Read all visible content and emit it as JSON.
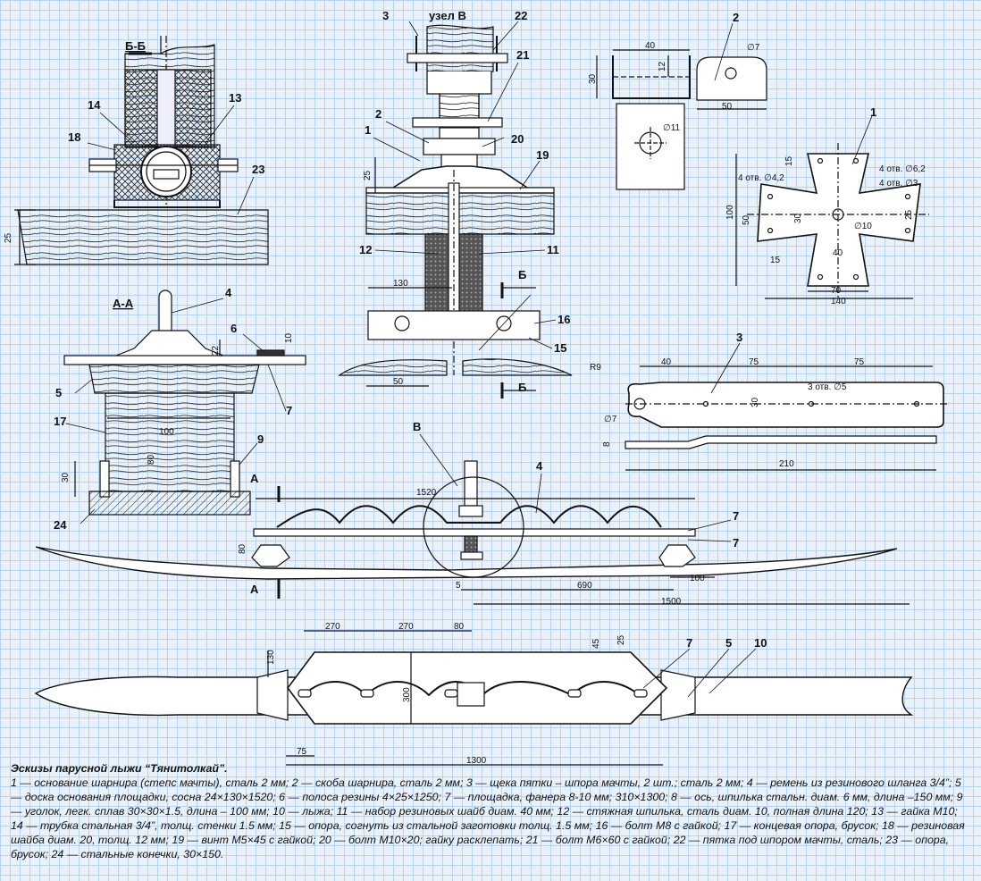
{
  "sections": {
    "bb": "Б-Б",
    "aa": "А-А",
    "node_v": "узел В",
    "v_mark": "В",
    "cut_a": "А",
    "cut_b": "Б"
  },
  "parts": {
    "p1": "1",
    "p2": "2",
    "p3": "3",
    "p4": "4",
    "p5": "5",
    "p6": "6",
    "p7": "7",
    "p9": "9",
    "p10": "10",
    "p11": "11",
    "p12": "12",
    "p13": "13",
    "p14": "14",
    "p15": "15",
    "p16": "16",
    "p17": "17",
    "p18": "18",
    "p19": "19",
    "p20": "20",
    "p21": "21",
    "p22": "22",
    "p23": "23",
    "p24": "24"
  },
  "dimensions": {
    "d25": "25",
    "d10": "10",
    "d22": "22",
    "d100": "100",
    "d80": "80",
    "d30": "30",
    "d130": "130",
    "d50": "50",
    "d40": "40",
    "d12": "12",
    "d7": "∅7",
    "d11": "∅11",
    "d15": "15",
    "d140": "140",
    "d70": "70",
    "d4otv62": "4 отв. ∅6,2",
    "d4otv42": "4 отв. ∅4,2",
    "d4otv3": "4 отв. ∅3",
    "d10dia": "∅10",
    "d75": "75",
    "dR9": "R9",
    "d3otv5": "3 отв. ∅5",
    "d8": "8",
    "d210": "210",
    "d1520": "1520",
    "d5": "5",
    "d690": "690",
    "d1500": "1500",
    "d270": "270",
    "d45": "45",
    "d300": "300",
    "d1300": "1300"
  },
  "caption": {
    "title": "Эскизы парусной лыжи “Тянитолкай”.",
    "text": "1 — основание шарнира (степс мачты), сталь 2 мм; 2 — скоба шарнира, сталь 2 мм; 3 — щека пятки – шпора мачты, 2 шт.; сталь 2 мм; 4 — ремень из резинового шланга 3/4”; 5 — доска основания площадки, сосна 24×130×1520; 6 — полоса резины 4×25×1250; 7 — площадка, фанера 8-10 мм; 310×1300; 8 — ось, шпилька стальн. диам. 6 мм, длина –150 мм; 9 — уголок, легк. сплав 30×30×1.5, длина – 100 мм; 10 — лыжа; 11 — набор резиновых шайб диам. 40 мм; 12 — стяжная шпилька, сталь диам. 10, полная длина 120; 13 — гайка М10; 14 — трубка стальная 3/4”, толщ. стенки 1.5 мм; 15 — опора, согнуть из стальной заготовки толщ. 1.5 мм; 16 — болт М8 с гайкой; 17 — концевая опора, брусок; 18 — резиновая шайба диам. 20, толщ. 12 мм; 19 — винт М5×45 с гайкой; 20 — болт М10×20; гайку расклепать; 21 — болт М6×60 с гайкой; 22 — пятка под шпором мачты, сталь; 23 — опора, брусок; 24 — стальные конечки, 30×150."
  }
}
